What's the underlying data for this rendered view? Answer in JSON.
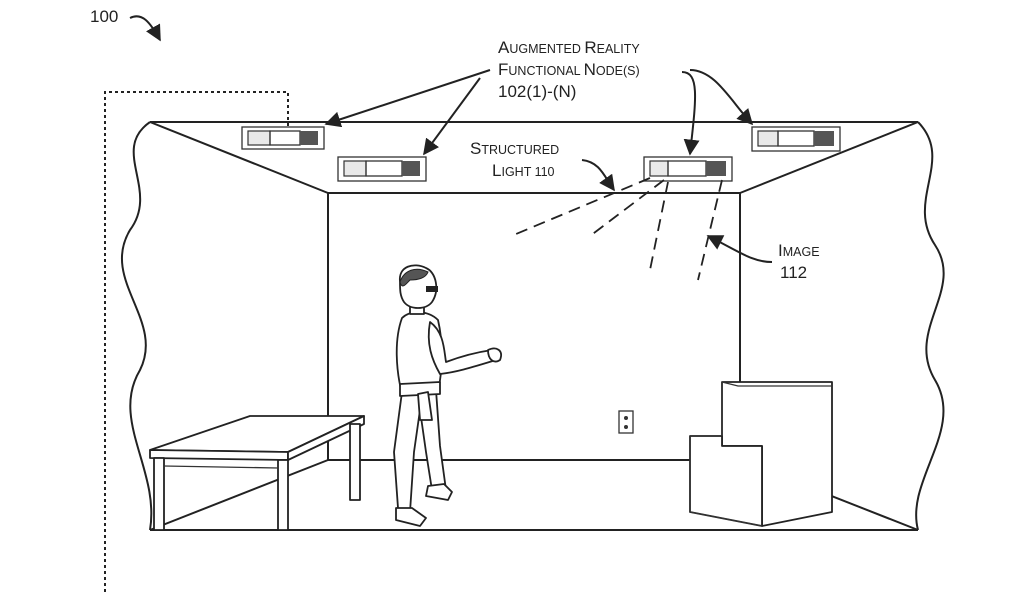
{
  "figure": {
    "ref_number": "100",
    "labels": {
      "nodes": {
        "line1_initial": "A",
        "line1_rest": "UGMENTED ",
        "line1b_initial": "R",
        "line1b_rest": "EALITY",
        "line2_initial": "F",
        "line2_rest": "UNCTIONAL ",
        "line2b_initial": "N",
        "line2b_rest": "ODE(S)",
        "line3": "102(1)-(N)"
      },
      "structured_light": {
        "line1_initial": "S",
        "line1_rest": "TRUCTURED",
        "line2_initial": "L",
        "line2_rest": "IGHT 110"
      },
      "image": {
        "line1_initial": "I",
        "line1_rest": "MAGE",
        "line2": "112"
      }
    }
  }
}
